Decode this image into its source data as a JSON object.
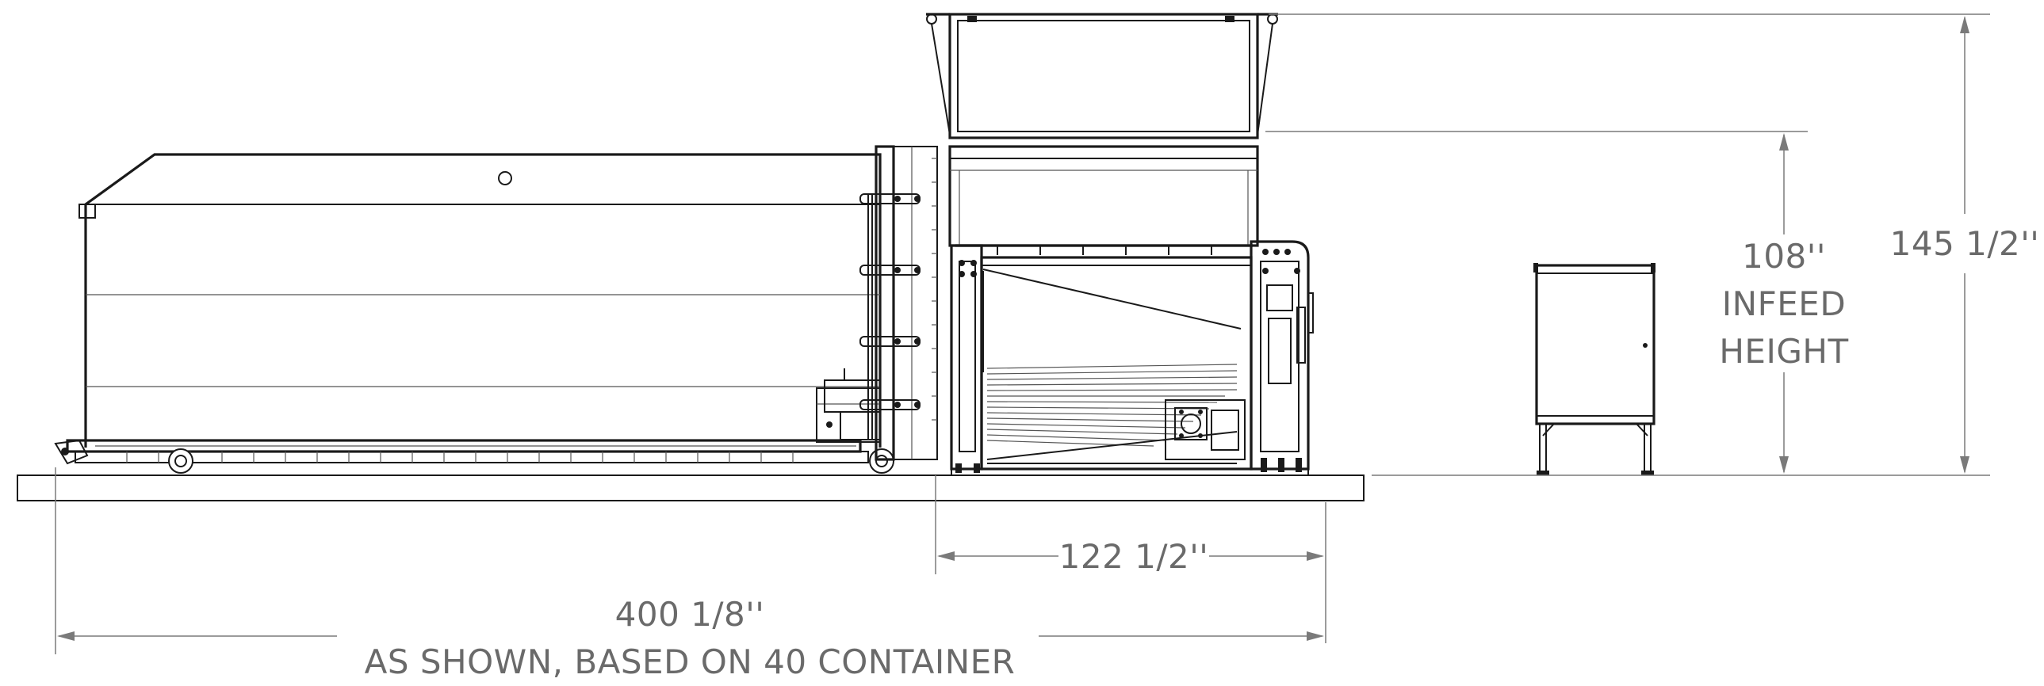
{
  "dimensions": {
    "overall_height": "145 1/2''",
    "infeed_line1": "108''",
    "infeed_line2": "INFEED",
    "infeed_line3": "HEIGHT",
    "compactor_length": "122 1/2''",
    "overall_length": "400 1/8''",
    "overall_note": "AS SHOWN, BASED ON 40 CONTAINER"
  },
  "colors": {
    "linework": "#1a1a1a",
    "dimension_lines": "#7a7a7a",
    "dimension_text": "#6a6a6a",
    "background": "#ffffff"
  }
}
